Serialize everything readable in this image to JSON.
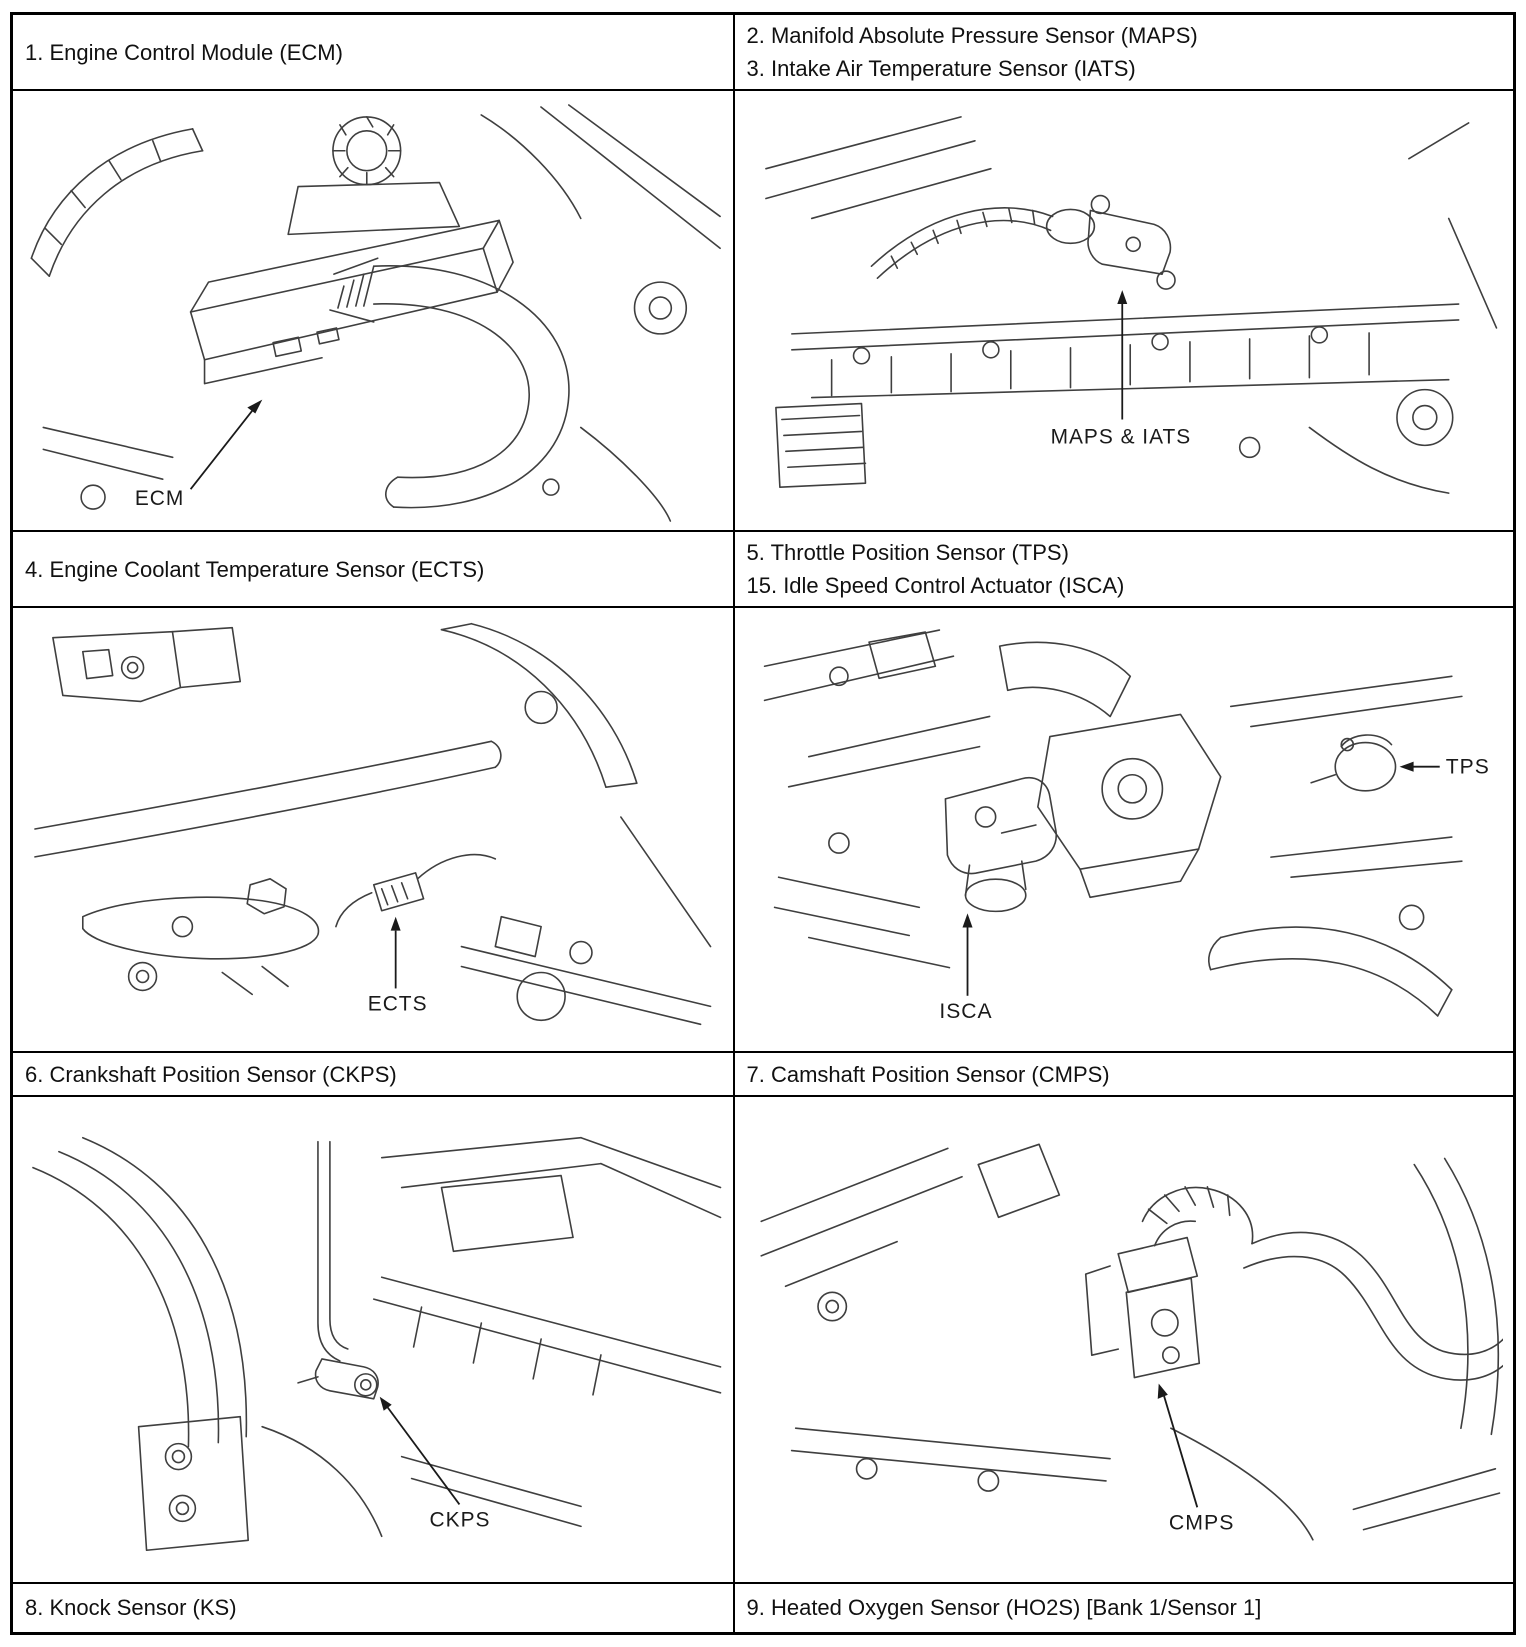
{
  "table": {
    "headers": [
      {
        "left": [
          "1. Engine Control Module (ECM)"
        ],
        "right": [
          "2. Manifold Absolute Pressure Sensor (MAPS)",
          "3. Intake Air Temperature Sensor (IATS)"
        ]
      },
      {
        "left": [
          "4. Engine Coolant Temperature Sensor (ECTS)"
        ],
        "right": [
          "5. Throttle Position Sensor (TPS)",
          "15. Idle Speed Control Actuator (ISCA)"
        ]
      },
      {
        "left": [
          "6. Crankshaft Position Sensor (CKPS)"
        ],
        "right": [
          "7. Camshaft Position Sensor (CMPS)"
        ]
      },
      {
        "left": [
          "8. Knock Sensor (KS)"
        ],
        "right": [
          "9. Heated Oxygen Sensor (HO2S) [Bank 1/Sensor 1]"
        ]
      }
    ],
    "diagram_labels": {
      "ecm": "ECM",
      "maps_iats": "MAPS & IATS",
      "ects": "ECTS",
      "tps": "TPS",
      "isca": "ISCA",
      "ckps": "CKPS",
      "cmps": "CMPS"
    }
  }
}
